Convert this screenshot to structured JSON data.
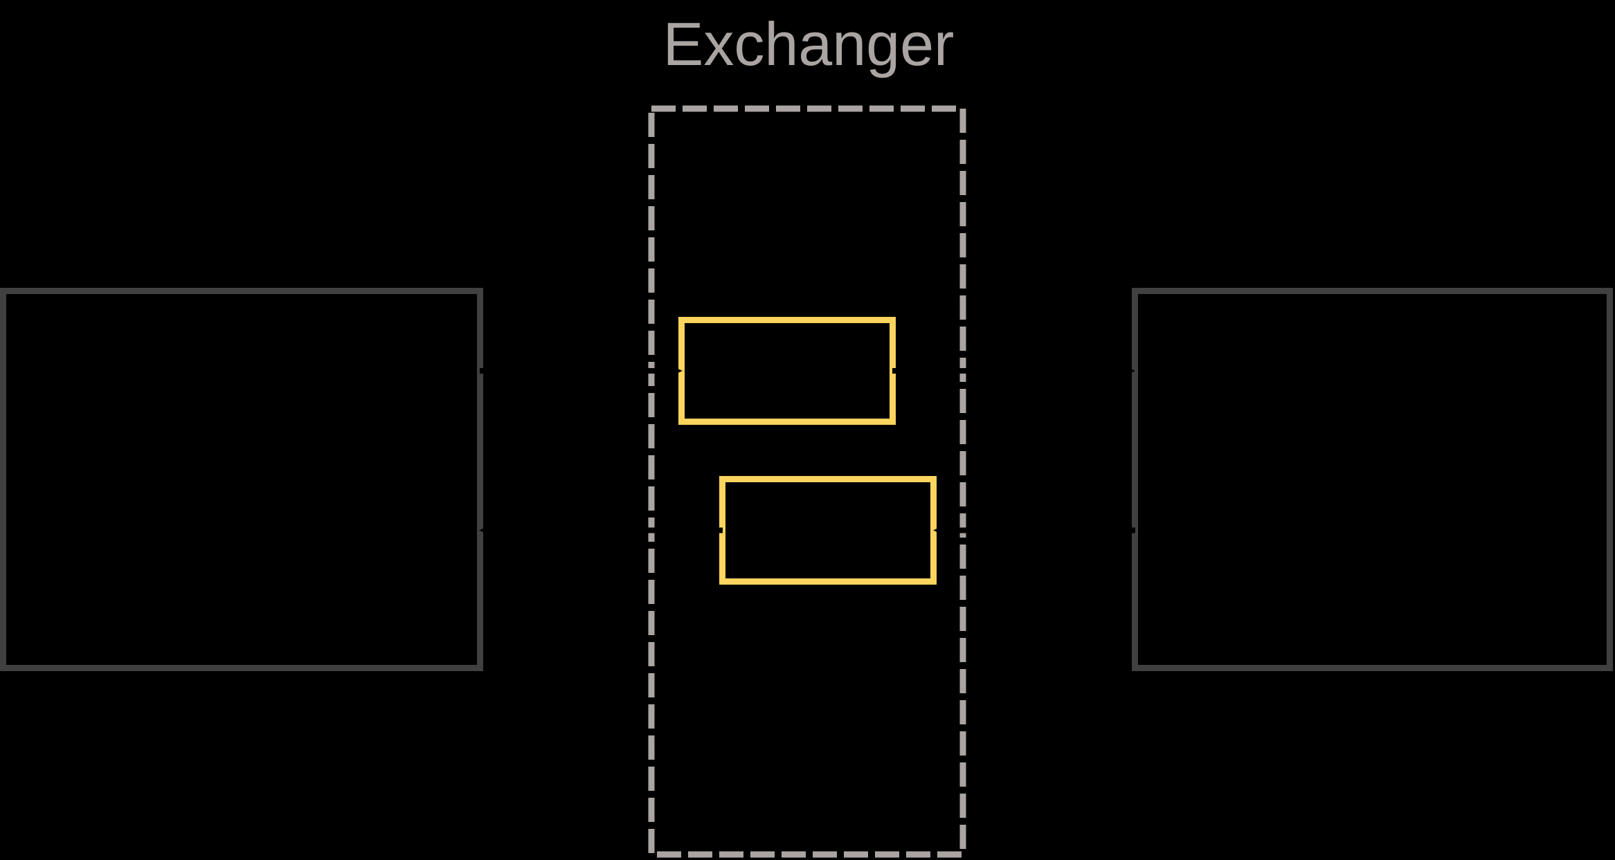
{
  "diagram": {
    "type": "flow-diagram",
    "cluster": {
      "label": "Exchanger",
      "border_style": "dashed"
    },
    "colors": {
      "background": "#000000",
      "cluster_border": "#AAA5A2",
      "cluster_label": "#AAA5A2",
      "node_border": "#404040",
      "highlight_border": "#FCD45E",
      "edge": "#000000"
    },
    "nodes": [
      {
        "id": "left",
        "style": "dark-border",
        "label_visible": false
      },
      {
        "id": "exchange-top",
        "style": "highlight-border",
        "label_visible": false
      },
      {
        "id": "exchange-bottom",
        "style": "highlight-border",
        "label_visible": false
      },
      {
        "id": "right",
        "style": "dark-border",
        "label_visible": false
      }
    ],
    "edges": [
      {
        "from": "left",
        "to": "exchange-top",
        "direction": "right"
      },
      {
        "from": "exchange-top",
        "to": "right",
        "direction": "right"
      },
      {
        "from": "right",
        "to": "exchange-bottom",
        "direction": "left"
      },
      {
        "from": "exchange-bottom",
        "to": "left",
        "direction": "left"
      }
    ]
  }
}
